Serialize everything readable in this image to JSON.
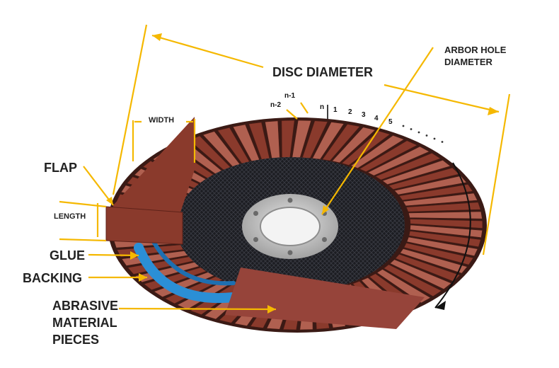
{
  "labels": {
    "disc_diameter": "DISC DIAMETER",
    "arbor_hole_diameter": "ARBOR HOLE\nDIAMETER",
    "width": "WIDTH",
    "flap": "FLAP",
    "length": "LENGTH",
    "glue": "GLUE",
    "backing": "BACKING",
    "abrasive_material_pieces": "ABRASIVE\nMATERIAL\nPIECES"
  },
  "flap_sequence": [
    "n-1",
    "n-2",
    "n",
    "1",
    "2",
    "3",
    "4",
    "5"
  ],
  "colors": {
    "annotation": "#f5b800",
    "flap": "#8a3a2c",
    "flap_light": "#b06050",
    "backing": "#1e1f24",
    "glue": "#2b8fd6",
    "hub": "#c8c8c8"
  }
}
